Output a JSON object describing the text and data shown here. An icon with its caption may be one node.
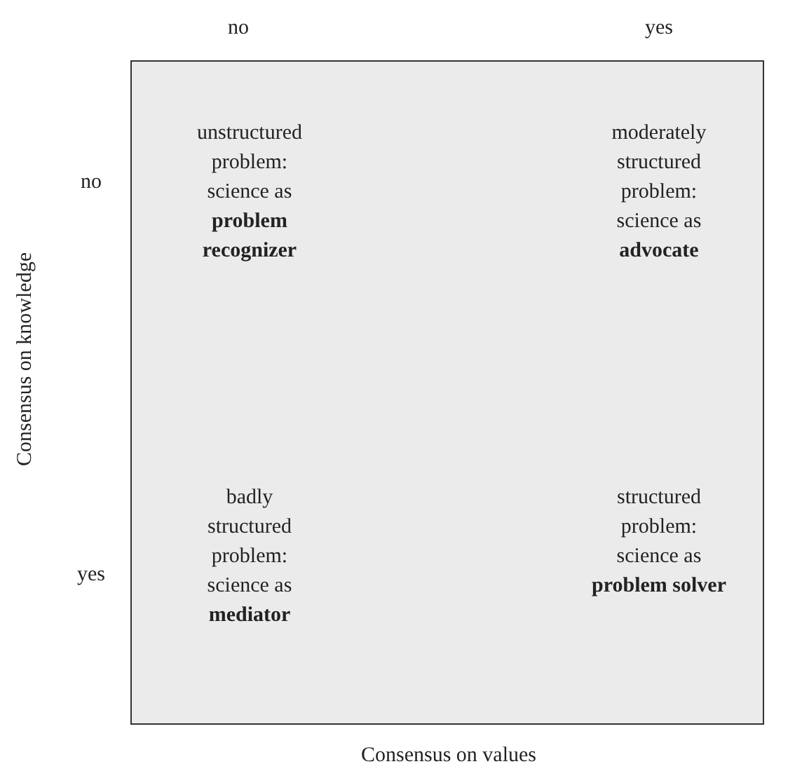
{
  "diagram": {
    "labels": [
      "no",
      "yes",
      "Consensus on knowledge",
      "no",
      "unstructured problem: science as **problem recognizer**",
      "moderately structured problem: science as **advocate**",
      "yes",
      "badly structured problem: science as **mediator**",
      "structured problem: science as **problem solver**",
      "Consensus on values"
    ]
  }
}
